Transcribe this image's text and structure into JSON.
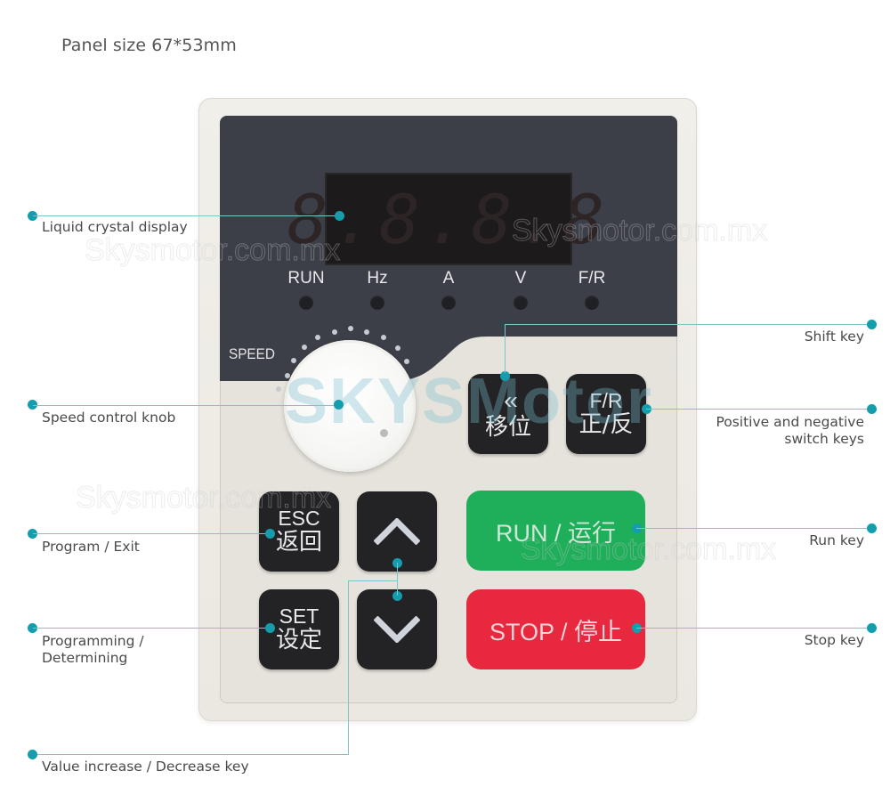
{
  "title": "Panel size  67*53mm",
  "panel": {
    "lcd_digits": "8.8.8.8",
    "indicators": [
      {
        "label": "RUN"
      },
      {
        "label": "Hz"
      },
      {
        "label": "A"
      },
      {
        "label": "V"
      },
      {
        "label": "F/R"
      }
    ],
    "speed_label": "SPEED",
    "keys": {
      "shift": {
        "symbol": "«",
        "cn": "移位"
      },
      "fr": {
        "en": "F/R",
        "cn": "正/反"
      },
      "esc": {
        "en": "ESC",
        "cn": "返回"
      },
      "set": {
        "en": "SET",
        "cn": "设定"
      },
      "up": {
        "symbol": "^"
      },
      "down": {
        "symbol": "v"
      },
      "run": {
        "label": "RUN / 运行"
      },
      "stop": {
        "label": "STOP / 停止"
      }
    },
    "colors": {
      "run": "#1fae5a",
      "stop": "#e8283f",
      "dark_face": "#3d3f48",
      "callout": "#139dad"
    }
  },
  "callouts": {
    "lcd": "Liquid crystal display",
    "knob": "Speed control knob",
    "esc": "Program / Exit",
    "set_line1": "Programming /",
    "set_line2": "Determining",
    "updown": "Value increase / Decrease key",
    "shift": "Shift key",
    "fr_line1": "Positive and negative",
    "fr_line2": "switch keys",
    "run": "Run key",
    "stop": "Stop key"
  },
  "watermarks": {
    "text1": "Skysmotor.com.mx",
    "big": "SKYSMotor"
  }
}
